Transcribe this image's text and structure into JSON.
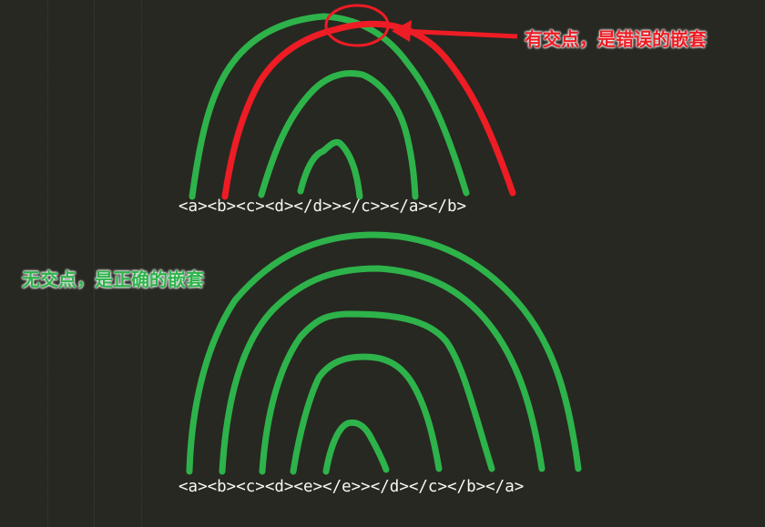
{
  "diagrams": {
    "wrong": {
      "code": "<a><b><c><d></d>></c>></a></b>",
      "note": "有交点，是错误的嵌套",
      "note_color": "#ee1c24"
    },
    "right": {
      "code": "<a><b><c><d><e></e>></d></c></b></a>",
      "note": "无交点，是正确的嵌套",
      "note_color": "#2db34a"
    }
  },
  "colors": {
    "background": "#272822",
    "green_arc": "#2db34a",
    "red_arc": "#ee1c24",
    "code_text": "#f8f8f2"
  }
}
